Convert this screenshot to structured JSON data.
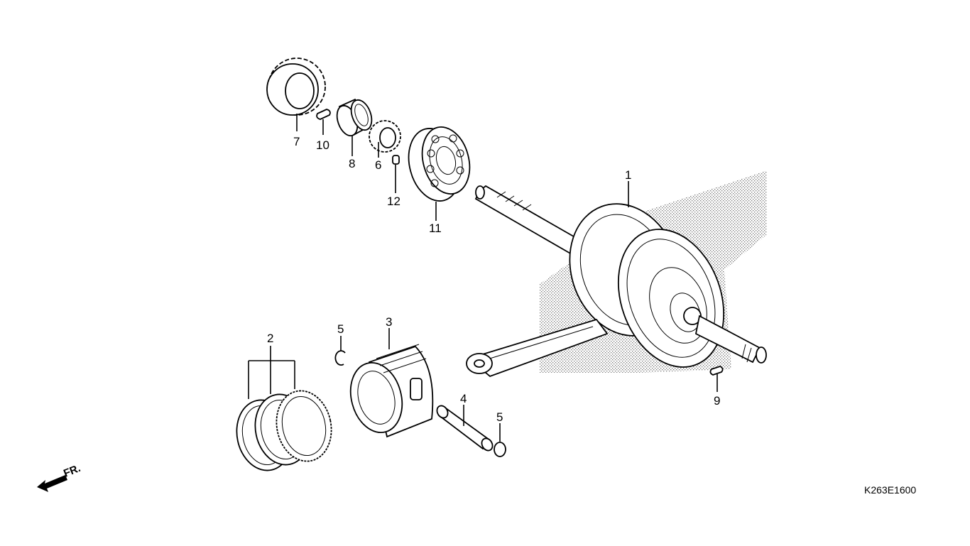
{
  "diagram": {
    "drawing_code": "K263E1600",
    "direction_label": "FR.",
    "callouts": {
      "c1": "1",
      "c2": "2",
      "c3": "3",
      "c4": "4",
      "c5a": "5",
      "c5b": "5",
      "c6": "6",
      "c7": "7",
      "c8": "8",
      "c9": "9",
      "c10": "10",
      "c11": "11",
      "c12": "12"
    }
  }
}
